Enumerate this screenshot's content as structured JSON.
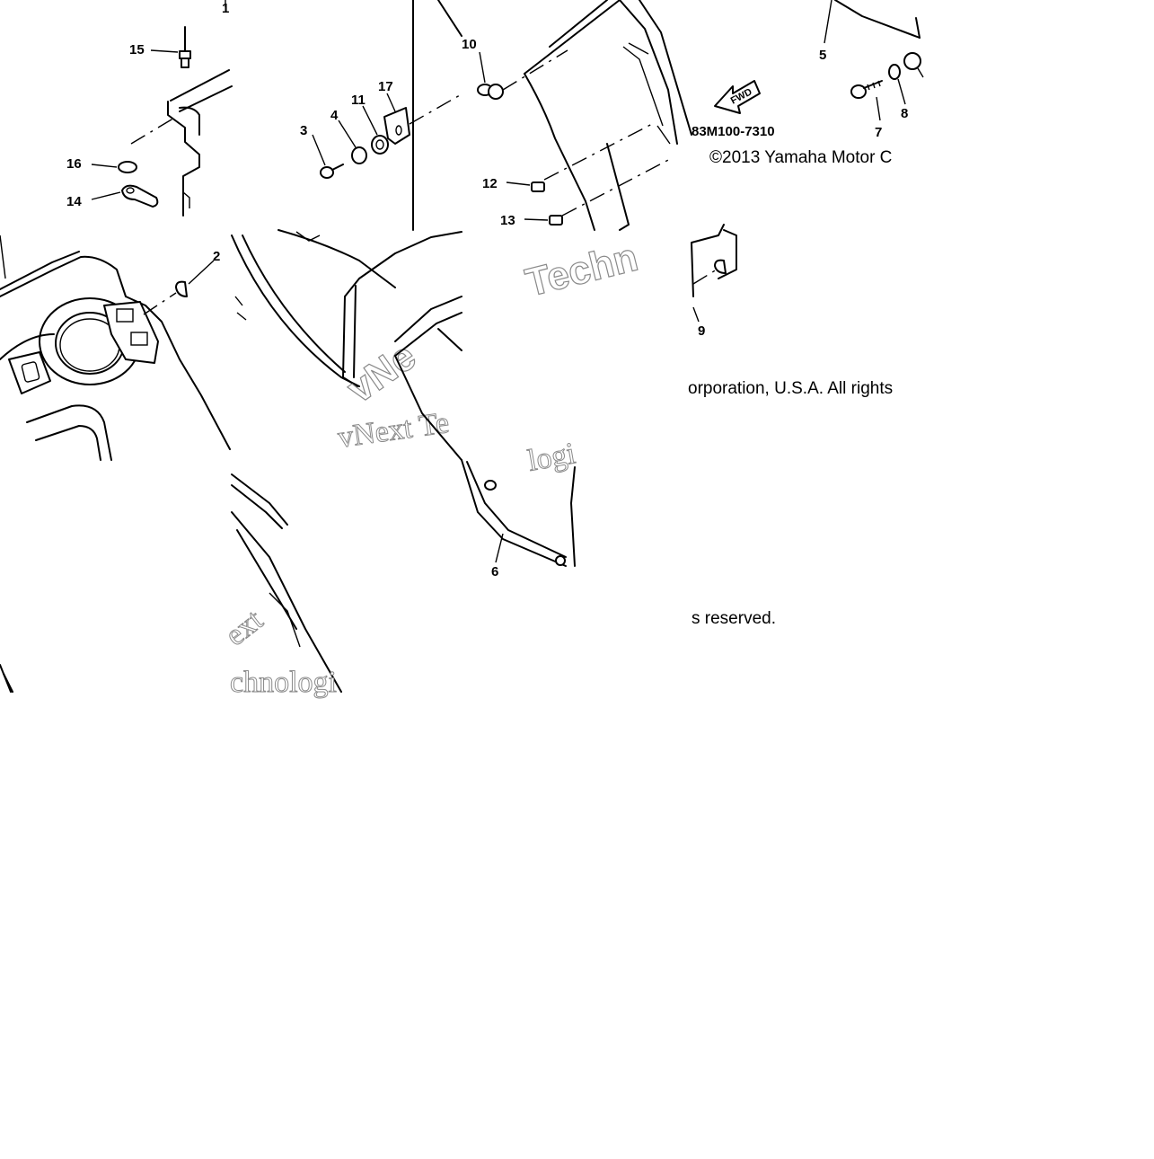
{
  "diagram": {
    "callouts": [
      {
        "id": "c1",
        "label": "1"
      },
      {
        "id": "c2",
        "label": "2"
      },
      {
        "id": "c3",
        "label": "3"
      },
      {
        "id": "c4",
        "label": "4"
      },
      {
        "id": "c5",
        "label": "5"
      },
      {
        "id": "c6",
        "label": "6"
      },
      {
        "id": "c7",
        "label": "7"
      },
      {
        "id": "c8",
        "label": "8"
      },
      {
        "id": "c9",
        "label": "9"
      },
      {
        "id": "c10",
        "label": "10"
      },
      {
        "id": "c11",
        "label": "11"
      },
      {
        "id": "c12",
        "label": "12"
      },
      {
        "id": "c13",
        "label": "13"
      },
      {
        "id": "c14",
        "label": "14"
      },
      {
        "id": "c15",
        "label": "15"
      },
      {
        "id": "c16",
        "label": "16"
      },
      {
        "id": "c17",
        "label": "17"
      }
    ],
    "part_code": "83M100-7310",
    "fwd_label": "FWD",
    "copyright_line1": "©2013 Yamaha Motor C",
    "copyright_line2": "orporation, U.S.A. All rights",
    "copyright_line3": "s reserved.",
    "watermark_fragments": [
      "Techn",
      "vNext Te",
      "vNe",
      "ext",
      "chnologi",
      "logi"
    ]
  }
}
